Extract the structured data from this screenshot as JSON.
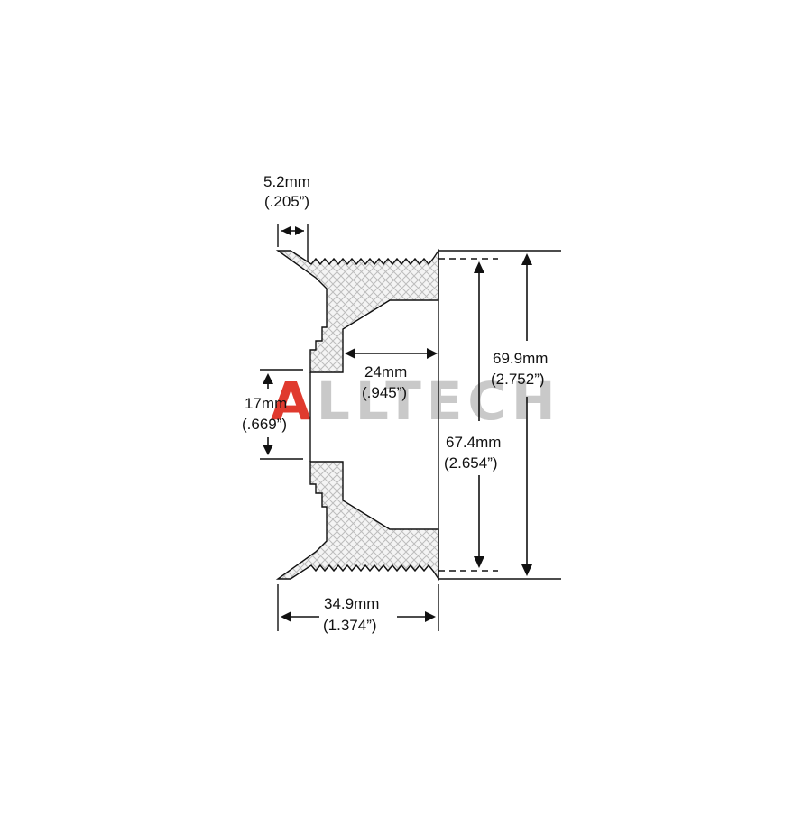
{
  "diagram": {
    "watermark": {
      "text": "ALLTECH",
      "accent_color": "#e03a2e",
      "gray_color": "#c9c9c9"
    },
    "hatch_color": "#bdbdbd",
    "dimensions": {
      "flange_width": {
        "mm": "5.2mm",
        "in": "(.205”)"
      },
      "inner_depth": {
        "mm": "24mm",
        "in": "(.945”)"
      },
      "bore": {
        "mm": "17mm",
        "in": "(.669”)"
      },
      "outer_diameter": {
        "mm": "69.9mm",
        "in": "(2.752”)"
      },
      "groove_diameter": {
        "mm": "67.4mm",
        "in": "(2.654”)"
      },
      "overall_width": {
        "mm": "34.9mm",
        "in": "(1.374”)"
      }
    }
  }
}
